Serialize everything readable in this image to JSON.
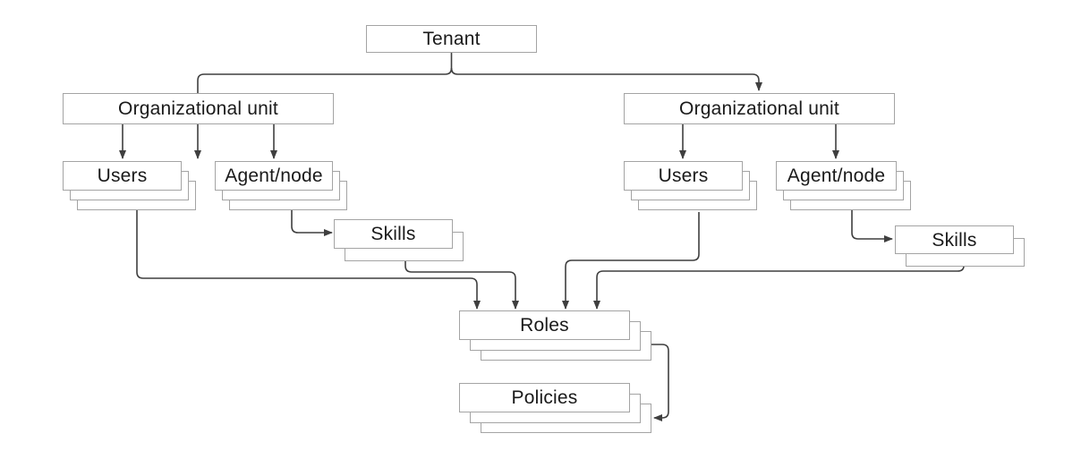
{
  "diagram_type": "hierarchy",
  "background": "#ffffff",
  "colors": {
    "box_border": "#a4a4a4",
    "box_fill": "#ffffff",
    "connector": "#3f3f3f",
    "text": "#1a1a1a"
  },
  "nodes": {
    "tenant": {
      "label": "Tenant",
      "stacked": false
    },
    "org_unit_left": {
      "label": "Organizational unit",
      "stacked": false
    },
    "org_unit_right": {
      "label": "Organizational unit",
      "stacked": false
    },
    "users_left": {
      "label": "Users",
      "stacked": true
    },
    "agent_node_left": {
      "label": "Agent/node",
      "stacked": true
    },
    "skills_left": {
      "label": "Skills",
      "stacked": true
    },
    "users_right": {
      "label": "Users",
      "stacked": true
    },
    "agent_node_right": {
      "label": "Agent/node",
      "stacked": true
    },
    "skills_right": {
      "label": "Skills",
      "stacked": true
    },
    "roles": {
      "label": "Roles",
      "stacked": true
    },
    "policies": {
      "label": "Policies",
      "stacked": true
    }
  },
  "edges": [
    {
      "from": "tenant",
      "to": "org_unit_left"
    },
    {
      "from": "tenant",
      "to": "org_unit_right"
    },
    {
      "from": "org_unit_left",
      "to": "users_left"
    },
    {
      "from": "org_unit_left",
      "to": "agent_node_left"
    },
    {
      "from": "org_unit_right",
      "to": "users_right"
    },
    {
      "from": "org_unit_right",
      "to": "agent_node_right"
    },
    {
      "from": "agent_node_left",
      "to": "skills_left"
    },
    {
      "from": "agent_node_right",
      "to": "skills_right"
    },
    {
      "from": "users_left",
      "to": "roles"
    },
    {
      "from": "skills_left",
      "to": "roles"
    },
    {
      "from": "users_right",
      "to": "roles"
    },
    {
      "from": "skills_right",
      "to": "roles"
    },
    {
      "from": "roles",
      "to": "policies"
    }
  ]
}
